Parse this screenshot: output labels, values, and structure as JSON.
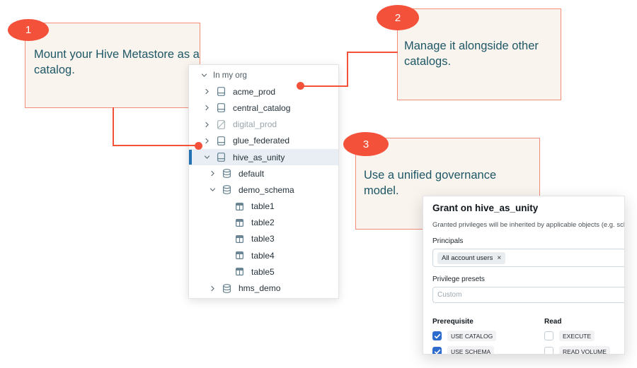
{
  "colors": {
    "accent": "#F4513B",
    "callout_border": "#F28E79",
    "callout_bg": "#FAF4EF",
    "callout_text": "#1D5765",
    "selected_bar": "#2272B4",
    "checkbox_blue": "#2D6CCD"
  },
  "callouts": [
    {
      "number": "1",
      "text": "Mount your Hive Metastore as a catalog."
    },
    {
      "number": "2",
      "text": "Manage it alongside other catalogs."
    },
    {
      "number": "3",
      "text": "Use a unified governance model."
    }
  ],
  "tree": {
    "items": [
      {
        "label": "In my org",
        "icon": "chevron-down"
      },
      {
        "label": "acme_prod",
        "icon": "catalog",
        "state": "collapsed"
      },
      {
        "label": "central_catalog",
        "icon": "catalog",
        "state": "collapsed"
      },
      {
        "label": "digital_prod",
        "icon": "catalog-disabled",
        "state": "collapsed",
        "muted": true
      },
      {
        "label": "glue_federated",
        "icon": "catalog",
        "state": "collapsed"
      },
      {
        "label": "hive_as_unity",
        "icon": "catalog",
        "state": "expanded",
        "selected": true
      },
      {
        "label": "default",
        "icon": "schema",
        "state": "collapsed"
      },
      {
        "label": "demo_schema",
        "icon": "schema",
        "state": "expanded"
      },
      {
        "label": "table1",
        "icon": "table"
      },
      {
        "label": "table2",
        "icon": "table"
      },
      {
        "label": "table3",
        "icon": "table"
      },
      {
        "label": "table4",
        "icon": "table"
      },
      {
        "label": "table5",
        "icon": "table"
      },
      {
        "label": "hms_demo",
        "icon": "schema",
        "state": "collapsed"
      }
    ]
  },
  "dialog": {
    "title": "Grant on hive_as_unity",
    "subtitle": "Granted privileges will be inherited by applicable objects (e.g. schema",
    "principals_label": "Principals",
    "principal_chip": "All account users",
    "chip_remove": "×",
    "presets_label": "Privilege presets",
    "presets_placeholder": "Custom",
    "privilege_columns": [
      {
        "header": "Prerequisite",
        "items": [
          {
            "label": "USE CATALOG",
            "checked": true
          },
          {
            "label": "USE SCHEMA",
            "checked": true
          }
        ]
      },
      {
        "header": "Read",
        "items": [
          {
            "label": "EXECUTE",
            "checked": false
          },
          {
            "label": "READ VOLUME",
            "checked": false
          }
        ]
      }
    ]
  }
}
